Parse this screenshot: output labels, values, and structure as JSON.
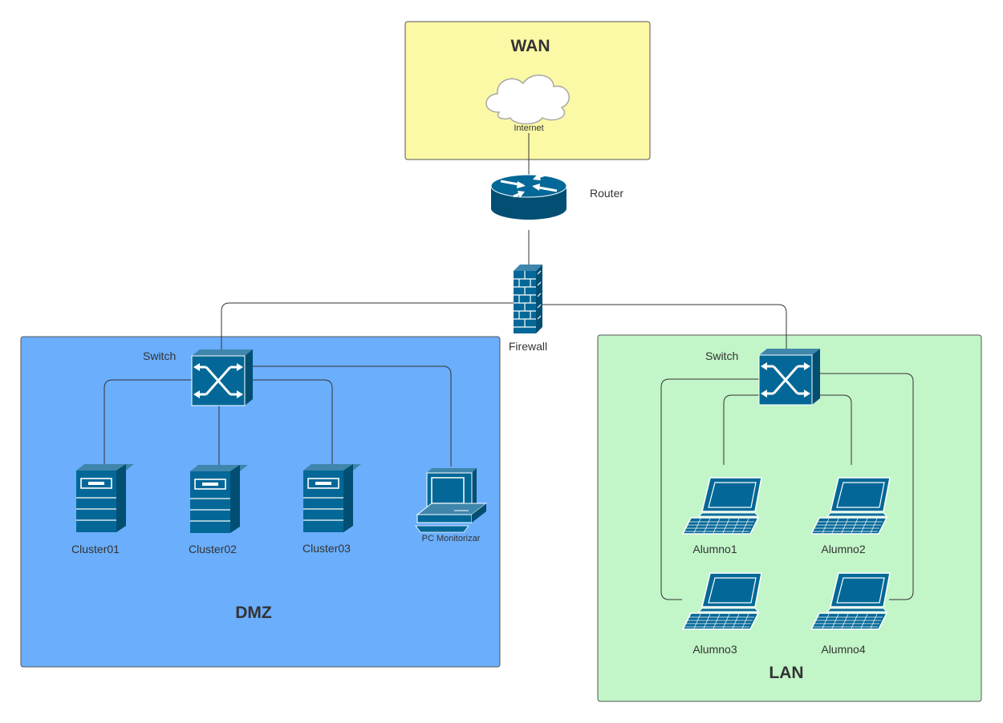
{
  "zones": {
    "wan": {
      "title": "WAN",
      "fill": "#FBF9A6"
    },
    "dmz": {
      "title": "DMZ",
      "fill": "#6AAEFC"
    },
    "lan": {
      "title": "LAN",
      "fill": "#C2F5C8"
    }
  },
  "nodes": {
    "internet": "Internet",
    "router": "Router",
    "firewall": "Firewall",
    "dmz_switch": "Switch",
    "lan_switch": "Switch",
    "cluster01": "Cluster01",
    "cluster02": "Cluster02",
    "cluster03": "Cluster03",
    "pc_monitor": "PC Monitorizar",
    "alumno1": "Alumno1",
    "alumno2": "Alumno2",
    "alumno3": "Alumno3",
    "alumno4": "Alumno4"
  },
  "colors": {
    "device": "#036897",
    "device_dark": "#024F73",
    "line": "#333333"
  },
  "icons": {
    "internet": "cloud-icon",
    "router": "router-icon",
    "firewall": "firewall-icon",
    "switch": "switch-icon",
    "server": "server-icon",
    "workstation": "desktop-pc-icon",
    "laptop": "laptop-icon"
  }
}
